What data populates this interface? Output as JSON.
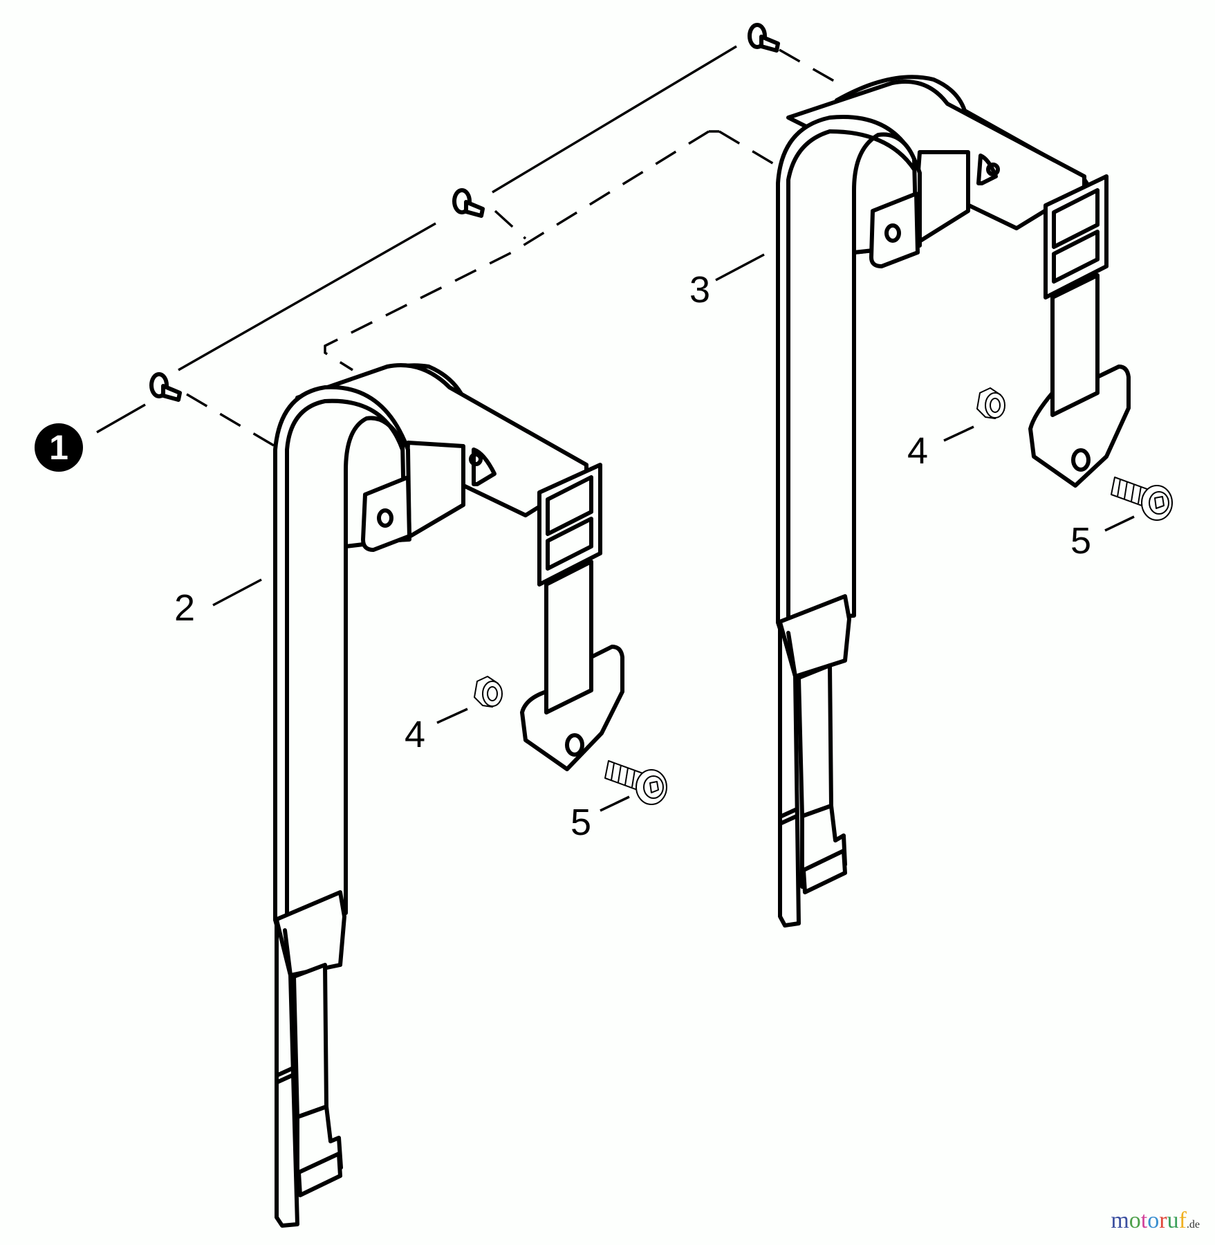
{
  "diagram": {
    "type": "exploded-parts-view",
    "subject": "carrying straps / shoulder harness assembly"
  },
  "callouts": [
    {
      "id": "1",
      "label": "1",
      "part": "assembly (filled badge)",
      "style": "badge"
    },
    {
      "id": "2",
      "label": "2",
      "part": "left strap"
    },
    {
      "id": "3",
      "label": "3",
      "part": "right strap"
    },
    {
      "id": "4a",
      "label": "4",
      "part": "nut (left)"
    },
    {
      "id": "5a",
      "label": "5",
      "part": "screw (left)"
    },
    {
      "id": "4b",
      "label": "4",
      "part": "nut (right)"
    },
    {
      "id": "5b",
      "label": "5",
      "part": "screw (right)"
    }
  ],
  "watermark": {
    "letters": [
      {
        "ch": "m",
        "color": "#3b4fa0"
      },
      {
        "ch": "o",
        "color": "#4da04a"
      },
      {
        "ch": "t",
        "color": "#d2449b"
      },
      {
        "ch": "o",
        "color": "#3a8fd0"
      },
      {
        "ch": "r",
        "color": "#e0473a"
      },
      {
        "ch": "u",
        "color": "#3aa05a"
      },
      {
        "ch": "f",
        "color": "#f0b020"
      }
    ],
    "suffix": ".de"
  }
}
